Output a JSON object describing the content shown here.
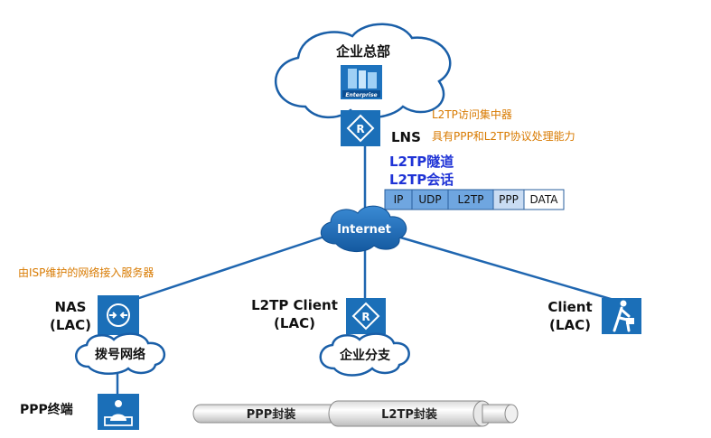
{
  "headquarters": {
    "label": "企业总部",
    "badge_text": "Enterprise"
  },
  "lns": {
    "label": "LNS",
    "note_line1": "L2TP访问集中器",
    "note_line2": "具有PPP和L2TP协议处理能力"
  },
  "tunnel": {
    "label": "L2TP隧道",
    "session_label": "L2TP会话"
  },
  "packet_stack": [
    "IP",
    "UDP",
    "L2TP",
    "PPP",
    "DATA"
  ],
  "internet": {
    "label": "Internet"
  },
  "nas": {
    "name": "NAS",
    "role": "(LAC)",
    "note": "由ISP维护的网络接入服务器",
    "network_label": "拨号网络"
  },
  "l2tp_client": {
    "name": "L2TP Client",
    "role": "(LAC)",
    "network_label": "企业分支"
  },
  "client": {
    "name": "Client",
    "role": "(LAC)"
  },
  "ppp_terminal": {
    "label": "PPP终端"
  },
  "encapsulation": {
    "ppp_label": "PPP封装",
    "l2tp_label": "L2TP封装"
  },
  "colors": {
    "device_blue": "#1b6fb8",
    "link_blue": "#1f66b0",
    "cloud_outline": "#1a5fa8",
    "note_orange": "#d87a00",
    "tunnel_blue": "#1f33d6"
  }
}
